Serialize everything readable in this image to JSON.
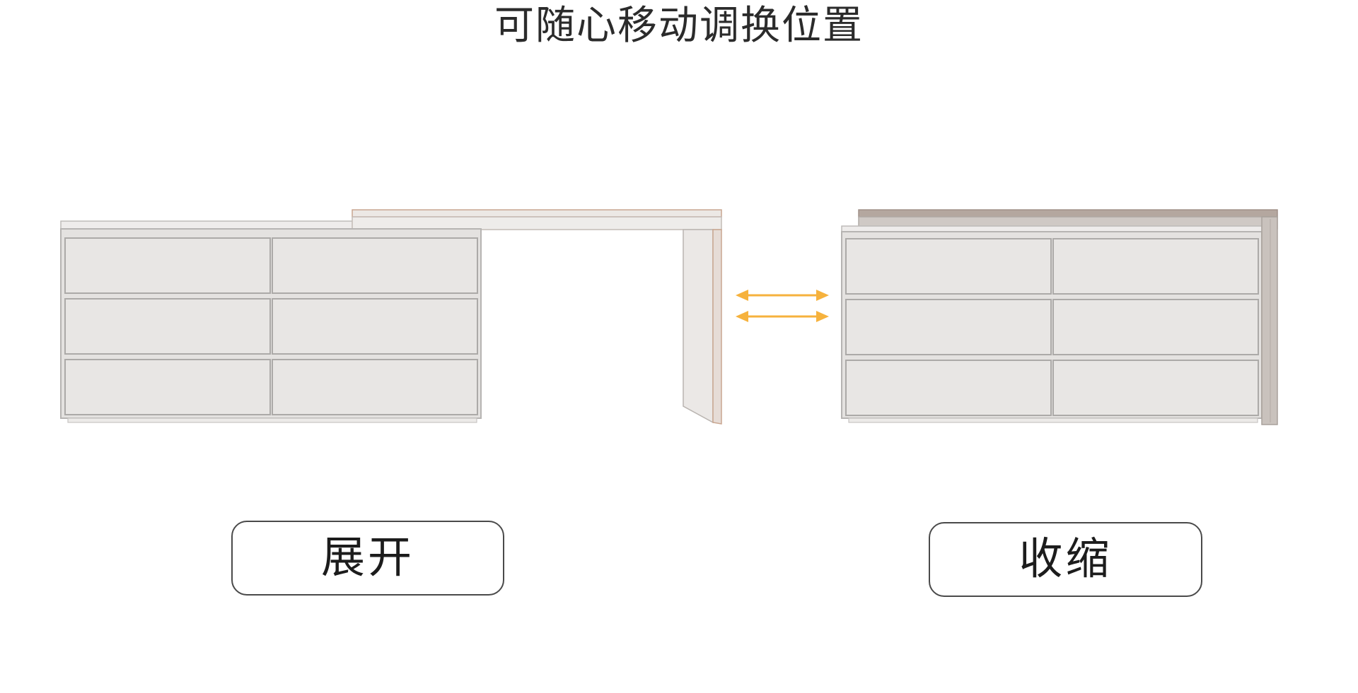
{
  "title": "可随心移动调换位置",
  "states": {
    "expanded": {
      "label": "展开"
    },
    "collapsed": {
      "label": "收缩"
    }
  },
  "colors": {
    "cabinet_body": "#e4e2e0",
    "cabinet_outline": "#b6b4b2",
    "desk_top_edge": "#c9a690",
    "collapsed_top": "#b4a79f",
    "side_panel": "#c9c2bd",
    "arrow": "#f6b23d",
    "text": "#2b2b2b"
  },
  "icons": [
    "double-arrow-icon"
  ]
}
